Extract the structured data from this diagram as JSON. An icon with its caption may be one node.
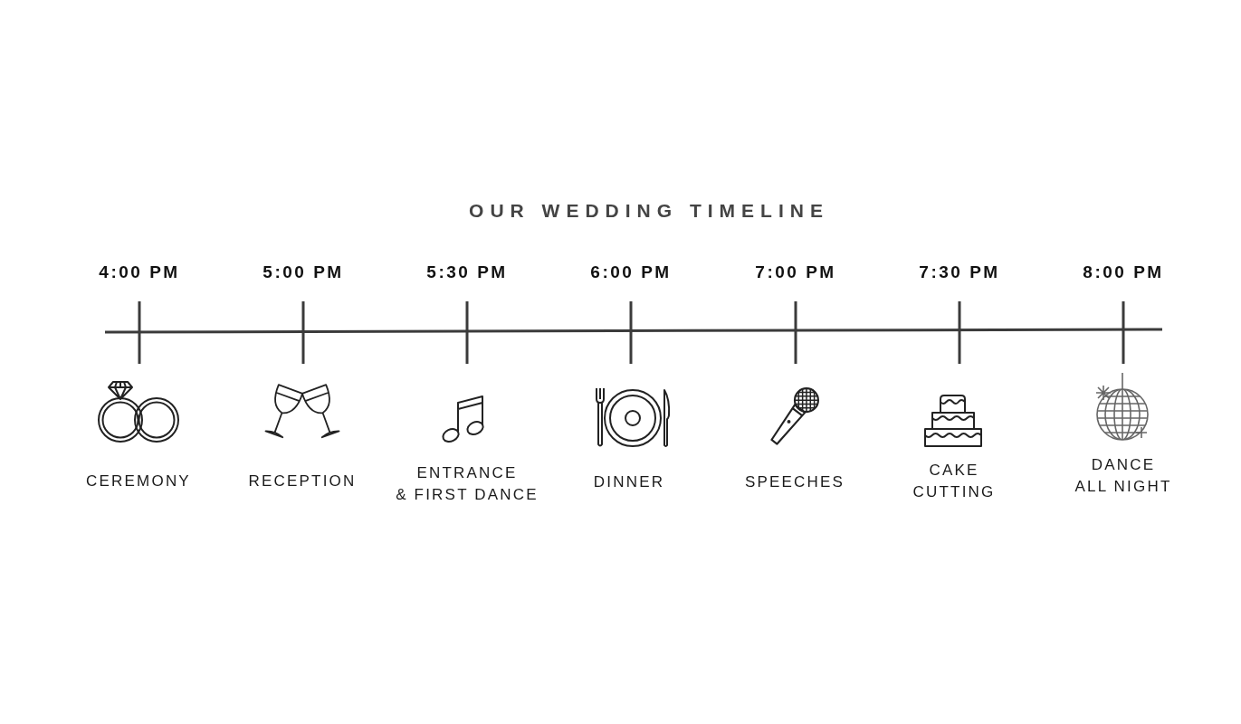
{
  "diagram": {
    "title": "OUR WEDDING TIMELINE",
    "labels": [
      "4:00 PM",
      "CEREMONY",
      "5:00 PM",
      "RECEPTION",
      "5:30 PM",
      "ENTRANCE & FIRST DANCE",
      "6:00 PM",
      "DINNER",
      "7:00 PM",
      "SPEECHES",
      "7:30 PM",
      "CAKE CUTTING",
      "8:00 PM",
      "DANCE ALL NIGHT"
    ]
  }
}
